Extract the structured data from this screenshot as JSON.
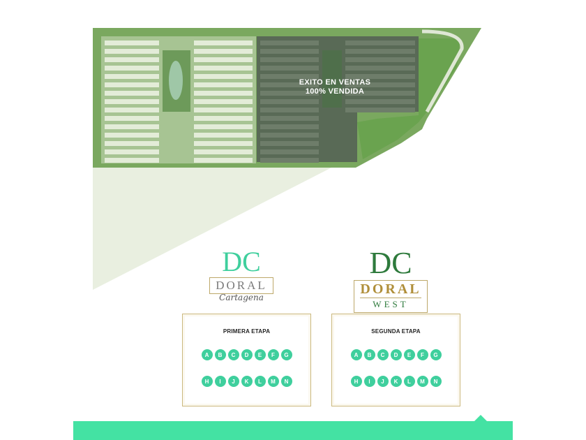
{
  "plan": {
    "sold_line1": "EXITO EN VENTAS",
    "sold_line2": "100% VENDIDA",
    "colors": {
      "lots": "#8fb07c",
      "sold": "#596a56",
      "field": "#e9efe0",
      "trees": "#6aa34f"
    }
  },
  "logos": {
    "cartagena": {
      "dc": "DC",
      "doral": "DORAL",
      "sub": "Cartagena"
    },
    "west": {
      "dc": "DC",
      "doral": "DORAL",
      "sub": "WEST"
    }
  },
  "stages": [
    {
      "title": "PRIMERA ETAPA",
      "row1": [
        "A",
        "B",
        "C",
        "D",
        "E",
        "F",
        "G"
      ],
      "row2": [
        "H",
        "I",
        "J",
        "K",
        "L",
        "M",
        "N"
      ]
    },
    {
      "title": "SEGUNDA ETAPA",
      "row1": [
        "A",
        "B",
        "C",
        "D",
        "E",
        "F",
        "G"
      ],
      "row2": [
        "H",
        "I",
        "J",
        "K",
        "L",
        "M",
        "N"
      ]
    }
  ],
  "colors": {
    "accent": "#44e2a3",
    "circle": "#3fcf9d",
    "gold": "#cbb97e"
  }
}
